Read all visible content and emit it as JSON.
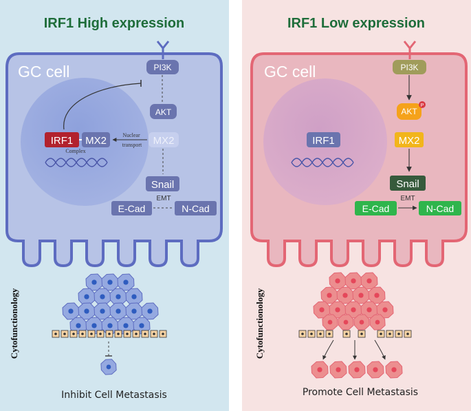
{
  "panels": {
    "high": {
      "title": "IRF1 High expression",
      "cell_label": "GC cell",
      "pi3k": "PI3K",
      "akt": "AKT",
      "irf1": "IRF1",
      "mx2_nuclear": "MX2",
      "complex_label": "Complex",
      "nuclear_transport_1": "Nuclear",
      "nuclear_transport_2": "transport",
      "mx2_cytoplasm": "MX2",
      "snail": "Snail",
      "ecad": "E-Cad",
      "emt": "EMT",
      "ncad": "N-Cad",
      "side_label": "Cytofunctionology",
      "outcome": "Inhibit Cell Metastasis"
    },
    "low": {
      "title": "IRF1 Low expression",
      "cell_label": "GC cell",
      "pi3k": "PI3K",
      "akt": "AKT",
      "phospho": "P",
      "irf1": "IRF1",
      "mx2": "MX2",
      "snail": "Snail",
      "ecad": "E-Cad",
      "emt": "EMT",
      "ncad": "N-Cad",
      "side_label": "Cytofunctionology",
      "outcome": "Promote Cell Metastasis"
    }
  },
  "colors": {
    "high_bg": "#d2e6ef",
    "high_cell": "#b7c3e6",
    "high_membrane": "#5d6cc0",
    "high_pill": "#6a74ae",
    "irf1_red": "#b2222d",
    "low_bg": "#f7e3e2",
    "low_cell": "#e9b7bf",
    "low_membrane": "#e36674",
    "pi3k_olive": "#a09c5b",
    "akt_orange": "#f5a21a",
    "mx2_yellow": "#f2b51b",
    "snail_dark": "#365a3c",
    "cad_green": "#2fb54c",
    "title_green": "#1e6d3a"
  }
}
